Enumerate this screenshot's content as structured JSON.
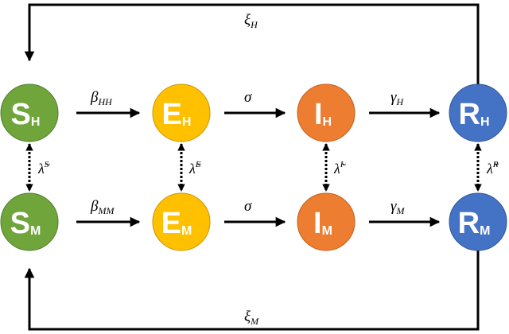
{
  "colors": {
    "susceptible": "#6fa53b",
    "exposed": "#ffc000",
    "infected": "#ed7d31",
    "recovered": "#4472c4",
    "susceptible_stroke": "#4f7f2a",
    "exposed_stroke": "#c99700",
    "infected_stroke": "#c45f1c",
    "recovered_stroke": "#2f5597",
    "line": "#000000"
  },
  "nodes": {
    "sh": {
      "letter": "S",
      "sub": "H"
    },
    "eh": {
      "letter": "E",
      "sub": "H"
    },
    "ih": {
      "letter": "I",
      "sub": "H"
    },
    "rh": {
      "letter": "R",
      "sub": "H"
    },
    "sm": {
      "letter": "S",
      "sub": "M"
    },
    "em": {
      "letter": "E",
      "sub": "M"
    },
    "im": {
      "letter": "I",
      "sub": "M"
    },
    "rm": {
      "letter": "R",
      "sub": "M"
    }
  },
  "rates": {
    "beta_hh": {
      "sym": "β",
      "sub": "HH"
    },
    "sigma_h": {
      "sym": "σ",
      "sub": ""
    },
    "gamma_h": {
      "sym": "γ",
      "sub": "H"
    },
    "beta_mm": {
      "sym": "β",
      "sub": "MM"
    },
    "sigma_m": {
      "sym": "σ",
      "sub": ""
    },
    "gamma_m": {
      "sym": "γ",
      "sub": "M"
    },
    "xi_h": {
      "sym": "ξ",
      "sub": "H"
    },
    "xi_m": {
      "sym": "ξ",
      "sub": "M"
    },
    "lambda_s": {
      "sym": "λ̃",
      "sup": "S"
    },
    "lambda_e": {
      "sym": "λ̃",
      "sup": "E"
    },
    "lambda_i": {
      "sym": "λ̃",
      "sup": "I"
    },
    "lambda_r": {
      "sym": "λ̃",
      "sup": "R"
    }
  }
}
